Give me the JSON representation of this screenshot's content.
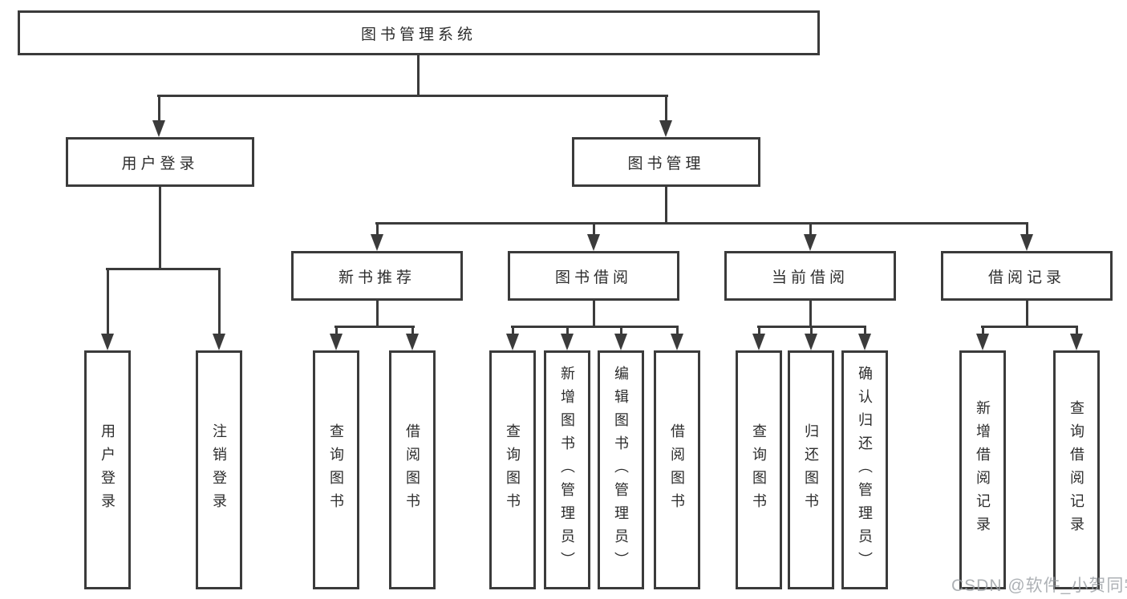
{
  "diagram_title": "图书管理系统",
  "colors": {
    "background": "#ffffff",
    "box_border": "#3b3b3b",
    "connector": "#3b3b3b",
    "text": "#2d2d2d",
    "watermark": "#9ba0a5"
  },
  "tree": {
    "label": "图书管理系统",
    "children": [
      {
        "label": "用户登录",
        "children": [
          {
            "label": "用户登录"
          },
          {
            "label": "注销登录"
          }
        ]
      },
      {
        "label": "图书管理",
        "children": [
          {
            "label": "新书推荐",
            "children": [
              {
                "label": "查询图书"
              },
              {
                "label": "借阅图书"
              }
            ]
          },
          {
            "label": "图书借阅",
            "children": [
              {
                "label": "查询图书"
              },
              {
                "label": "新增图书（管理员）"
              },
              {
                "label": "编辑图书（管理员）"
              },
              {
                "label": "借阅图书"
              }
            ]
          },
          {
            "label": "当前借阅",
            "children": [
              {
                "label": "查询图书"
              },
              {
                "label": "归还图书"
              },
              {
                "label": "确认归还（管理员）"
              }
            ]
          },
          {
            "label": "借阅记录",
            "children": [
              {
                "label": "新增借阅记录"
              },
              {
                "label": "查询借阅记录"
              }
            ]
          }
        ]
      }
    ]
  },
  "watermark": {
    "text": "CSDN @软件_小贺同学"
  }
}
